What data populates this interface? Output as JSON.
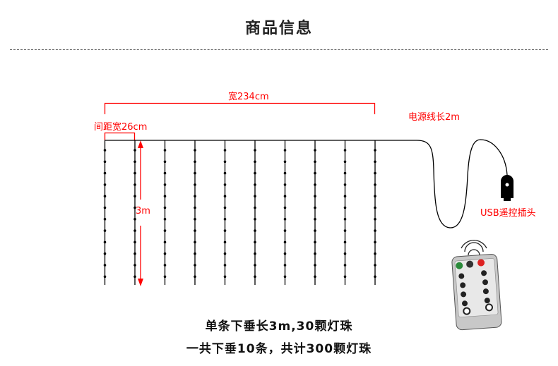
{
  "title": "商品信息",
  "labels": {
    "total_width": "宽234cm",
    "spacing": "间距宽26cm",
    "length": "3m",
    "cable": "电源线长2m",
    "plug": "USB遥控插头"
  },
  "captions": [
    "单条下垂长3m,30颗灯珠",
    "一共下垂10条，共计300颗灯珠"
  ],
  "colors": {
    "accent": "#ff0000",
    "wire": "#000000"
  },
  "remote": {
    "icon": "remote-control-icon"
  }
}
